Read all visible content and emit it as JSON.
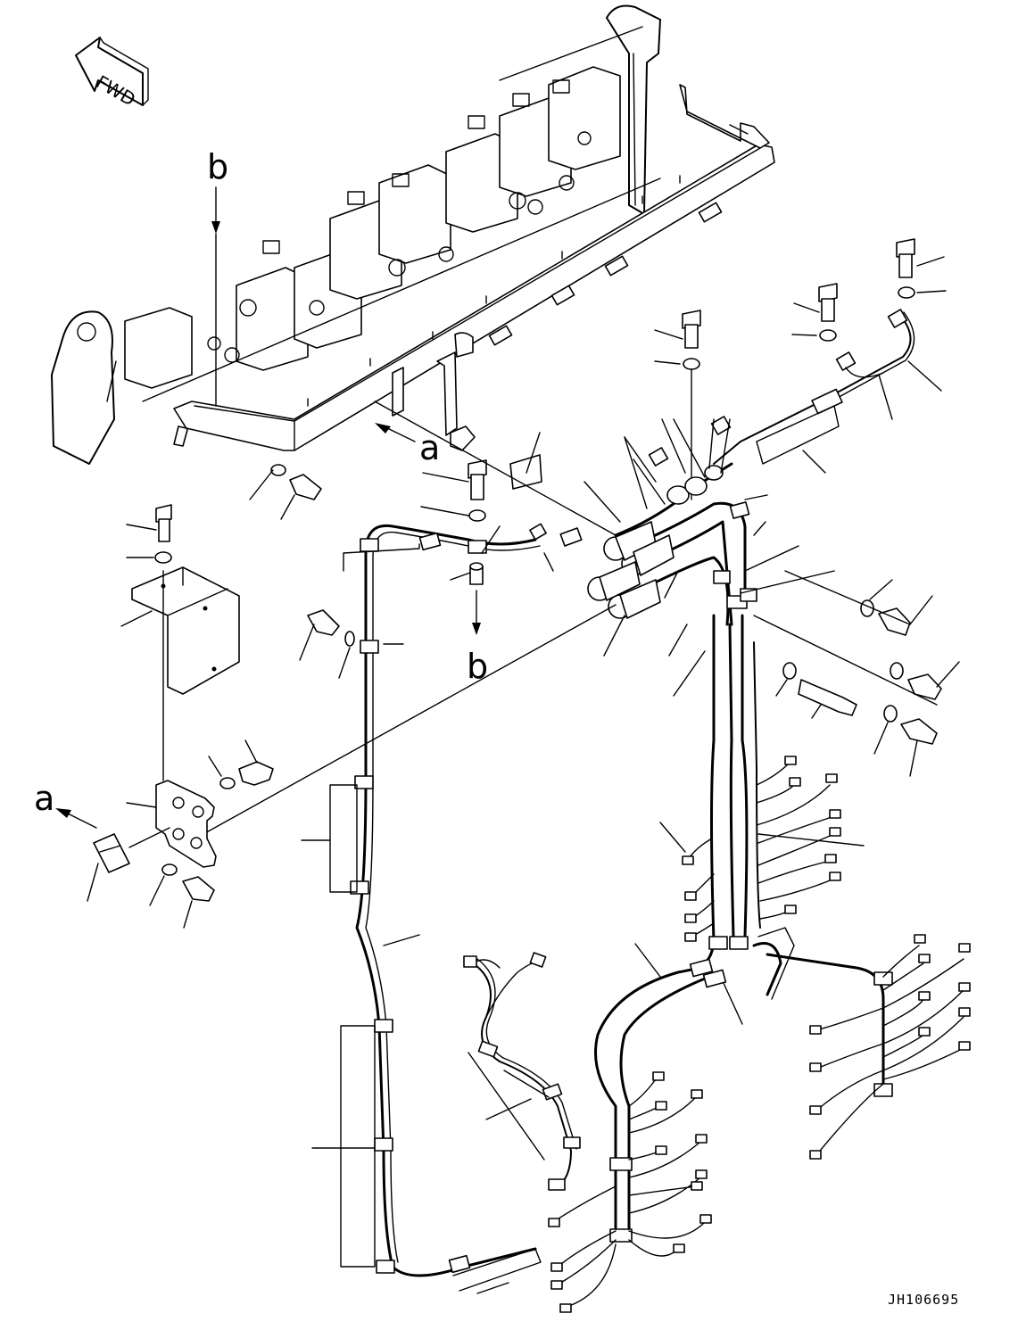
{
  "orientation": {
    "fwd_label": "FWD"
  },
  "views": {
    "a_upper": "a",
    "a_left": "a",
    "b_upper": "b",
    "b_lower": "b"
  },
  "drawing_code": "JH106695",
  "icons": {
    "fwd_arrow": "fwd-arrow-icon"
  }
}
